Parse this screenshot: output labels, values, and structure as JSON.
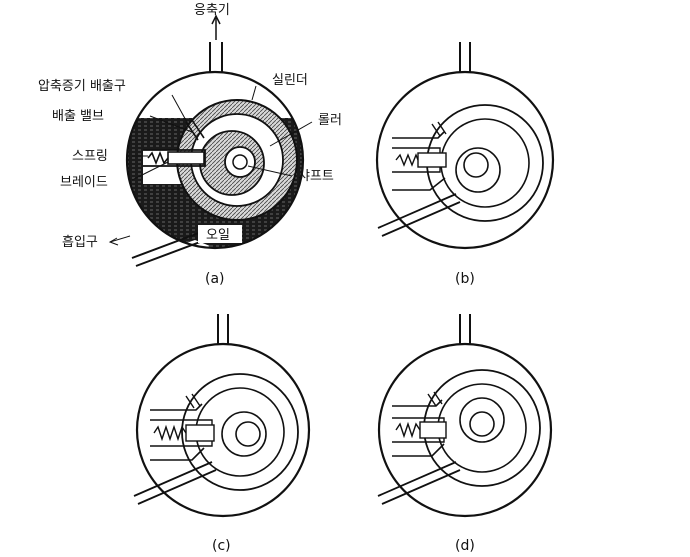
{
  "labels": {
    "condenser": "응축기",
    "discharge_port": "압축증기 배출구",
    "discharge_valve": "배출 밸브",
    "cylinder": "실린더",
    "roller": "롤러",
    "spring": "스프링",
    "blade": "브레이드",
    "shaft": "샤프트",
    "oil": "오일",
    "suction_port": "흡입구"
  },
  "captions": {
    "a": "(a)",
    "b": "(b)",
    "c": "(c)",
    "d": "(d)"
  }
}
